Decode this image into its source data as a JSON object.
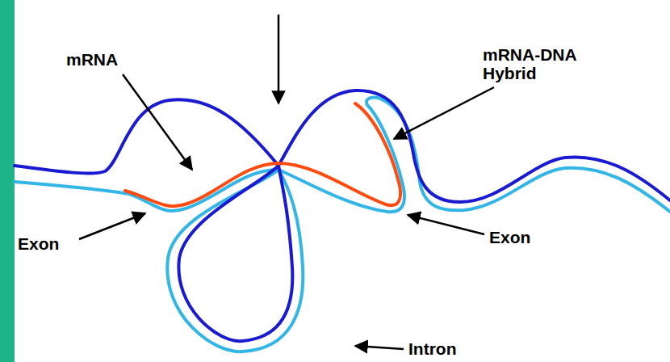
{
  "diagram": {
    "labels": [
      "mRNA",
      "mRNA-DNA Hybrid",
      "Exon",
      "Exon",
      "Intron"
    ]
  }
}
